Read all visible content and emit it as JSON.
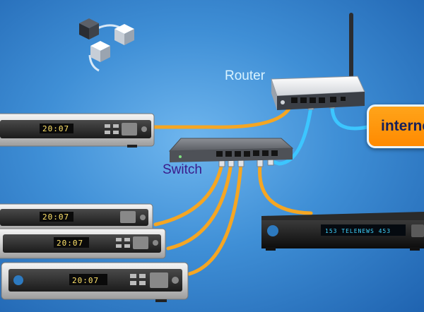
{
  "labels": {
    "router": "Router",
    "switch": "Switch",
    "internet": "internet"
  },
  "devices": {
    "stb_display": "20:07",
    "media_player_display": "153 TELENEWS 453"
  },
  "colors": {
    "background": "#3f8fd6",
    "cable_orange": "#f5a623",
    "cable_blue": "#3cc6ff",
    "internet_box": "#ff8a00",
    "switch_label": "#3a1a8a",
    "router_label": "#d9f3ff"
  },
  "icons": {
    "network_logo": "network-cubes-icon",
    "router_antenna": "antenna-icon"
  }
}
